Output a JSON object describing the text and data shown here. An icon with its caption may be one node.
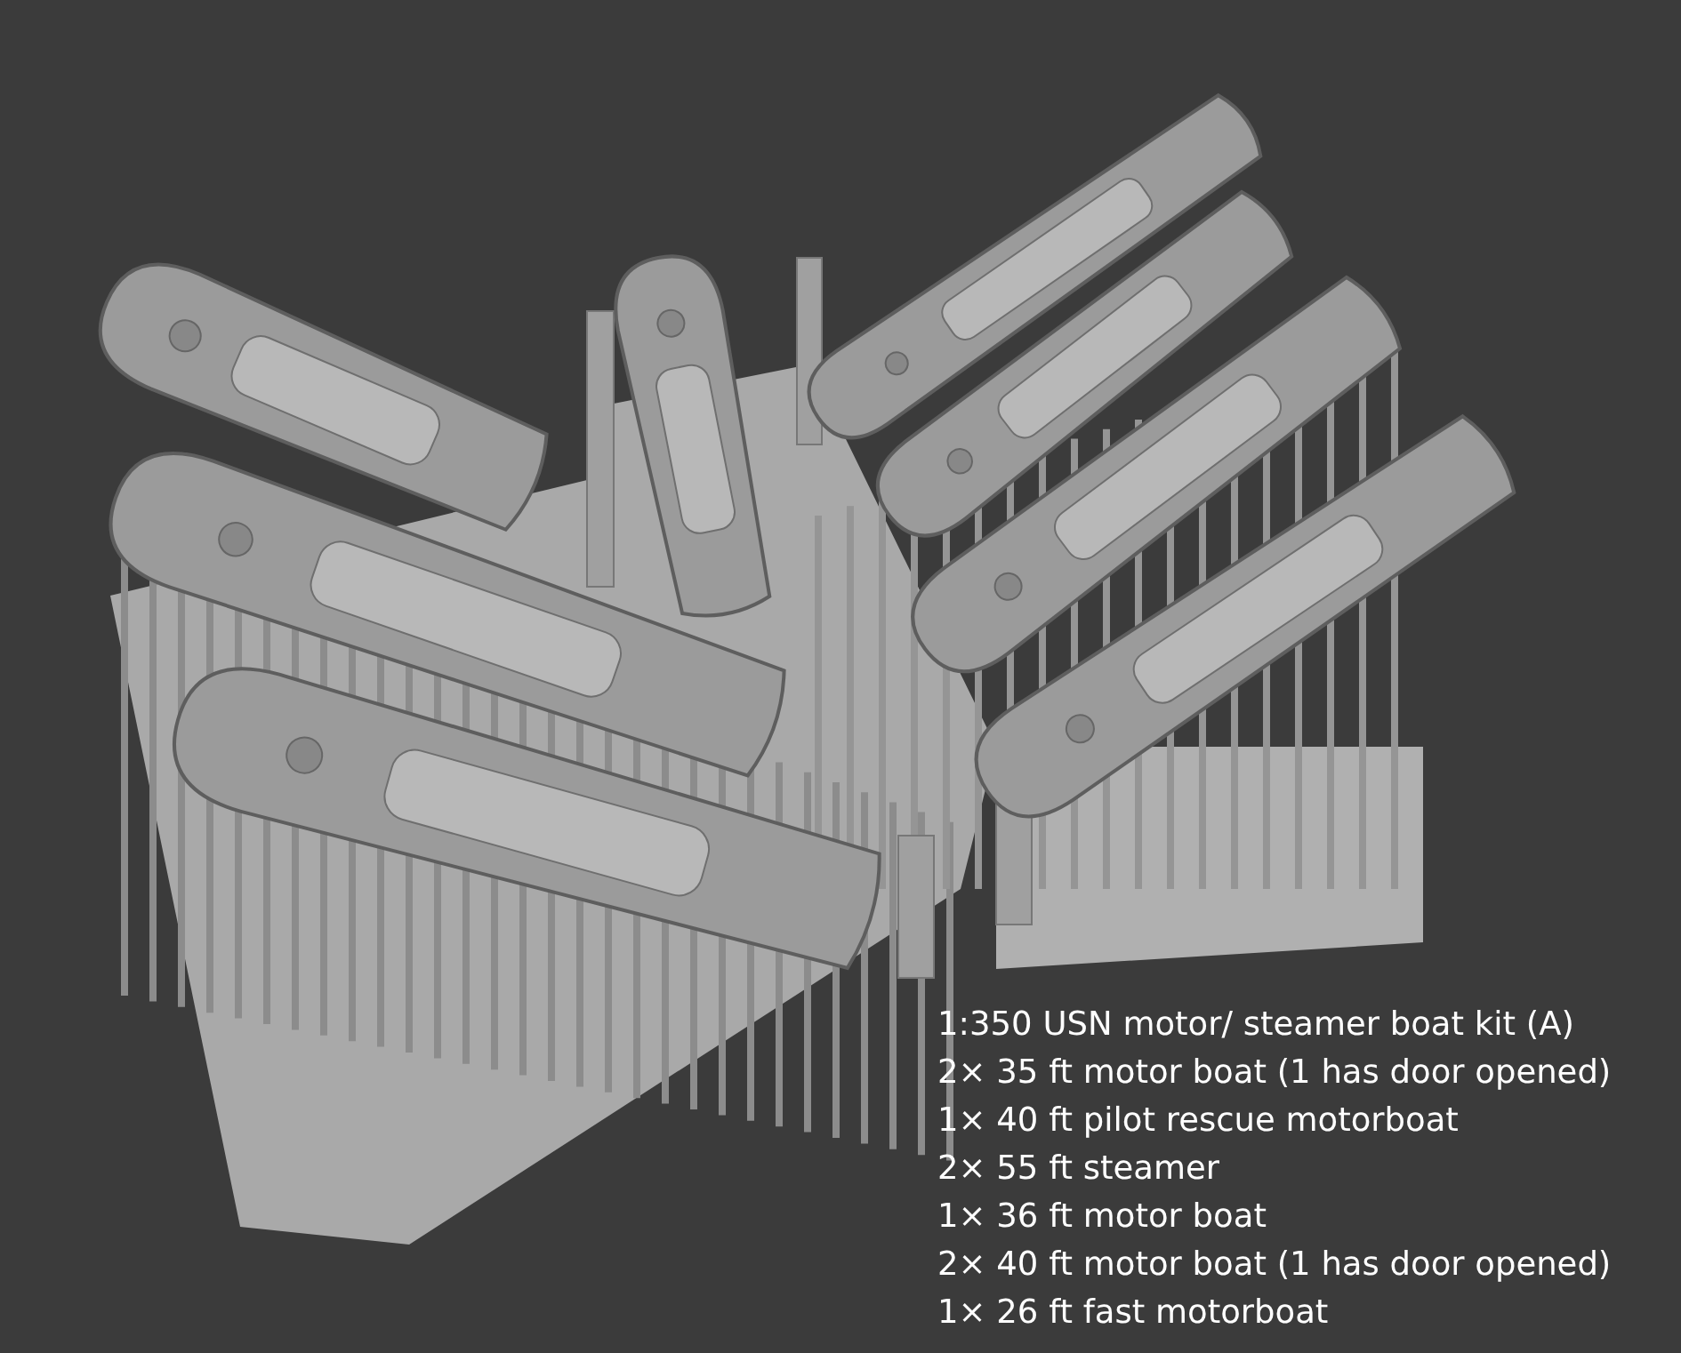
{
  "diagram": {
    "labels": [
      "1:350 USN motor/ steamer boat kit (A)",
      "2× 35 ft motor boat (1 has door opened)",
      "1× 40 ft pilot rescue motorboat",
      "2× 55 ft steamer",
      "1× 36 ft motor boat",
      "2× 40 ft motor boat (1 has door opened)",
      "1× 26 ft fast motorboat"
    ]
  }
}
